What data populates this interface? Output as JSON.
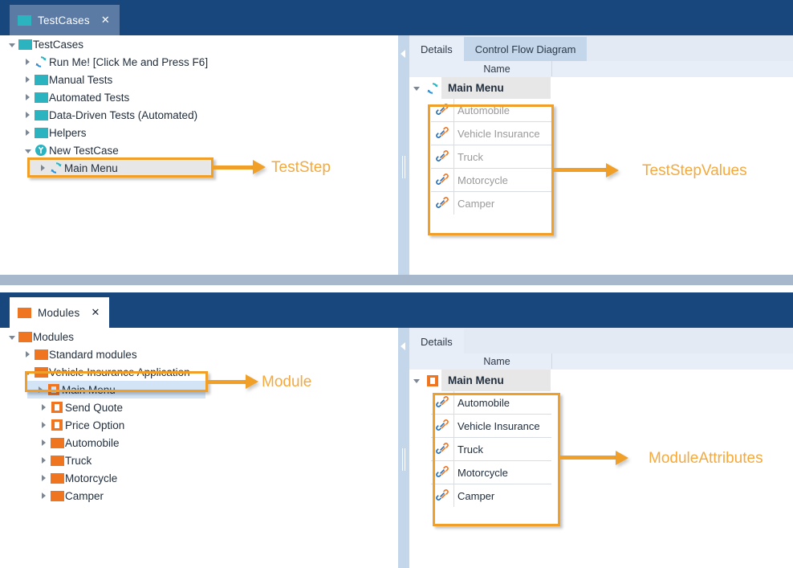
{
  "colors": {
    "title_bar": "#17477d",
    "accent_orange": "#ef7521",
    "accent_teal": "#2bb3c0",
    "annotation": "#f0a028",
    "selection_gray": "#e7e7e7",
    "selection_blue": "#d2e4f6"
  },
  "top": {
    "tab": {
      "label": "TestCases",
      "close": "✕",
      "icon": "folder-teal-icon"
    },
    "tree": [
      {
        "label": "TestCases",
        "icon": "folder-teal-icon",
        "indent": 0,
        "expander": "down",
        "selected": false
      },
      {
        "label": "Run Me! [Click Me and Press F6]",
        "icon": "refresh-icon",
        "indent": 1,
        "expander": "right",
        "selected": false
      },
      {
        "label": "Manual Tests",
        "icon": "folder-teal-icon",
        "indent": 1,
        "expander": "right",
        "selected": false
      },
      {
        "label": "Automated Tests",
        "icon": "folder-teal-icon",
        "indent": 1,
        "expander": "right",
        "selected": false
      },
      {
        "label": "Data-Driven Tests (Automated)",
        "icon": "folder-teal-icon",
        "indent": 1,
        "expander": "right",
        "selected": false
      },
      {
        "label": "Helpers",
        "icon": "folder-teal-icon",
        "indent": 1,
        "expander": "right",
        "selected": false
      },
      {
        "label": "New TestCase",
        "icon": "testcase-icon",
        "indent": 1,
        "expander": "down",
        "selected": false
      },
      {
        "label": "Main Menu",
        "icon": "refresh-icon",
        "indent": 2,
        "expander": "right",
        "selected": true
      }
    ],
    "details": {
      "tabs": [
        {
          "label": "Details",
          "active": true
        },
        {
          "label": "Control Flow Diagram",
          "active": false
        }
      ],
      "column_header": "Name",
      "root": {
        "label": "Main Menu",
        "icon": "refresh-icon"
      },
      "attributes": [
        {
          "label": "Automobile",
          "icon": "link-icon"
        },
        {
          "label": "Vehicle Insurance",
          "icon": "link-icon"
        },
        {
          "label": "Truck",
          "icon": "link-icon"
        },
        {
          "label": "Motorcycle",
          "icon": "link-icon"
        },
        {
          "label": "Camper",
          "icon": "link-icon"
        }
      ]
    },
    "annotations": {
      "tree": "TestStep",
      "details": "TestStepValues"
    }
  },
  "bottom": {
    "tab": {
      "label": "Modules",
      "close": "✕",
      "icon": "folder-orange-icon"
    },
    "tree": [
      {
        "label": "Modules",
        "icon": "folder-orange-icon",
        "indent": 0,
        "expander": "down",
        "selected": false
      },
      {
        "label": "Standard modules",
        "icon": "folder-orange-icon",
        "indent": 1,
        "expander": "right",
        "selected": false
      },
      {
        "label": "Vehicle Insurance Application",
        "icon": "folder-orange-icon",
        "indent": 1,
        "expander": "down",
        "selected": false
      },
      {
        "label": "Main Menu",
        "icon": "module-icon",
        "indent": 2,
        "expander": "right",
        "selected": true
      },
      {
        "label": "Send Quote",
        "icon": "module-icon",
        "indent": 2,
        "expander": "right",
        "selected": false
      },
      {
        "label": "Price Option",
        "icon": "module-icon",
        "indent": 2,
        "expander": "right",
        "selected": false
      },
      {
        "label": "Automobile",
        "icon": "folder-orange-icon",
        "indent": 2,
        "expander": "right",
        "selected": false
      },
      {
        "label": "Truck",
        "icon": "folder-orange-icon",
        "indent": 2,
        "expander": "right",
        "selected": false
      },
      {
        "label": "Motorcycle",
        "icon": "folder-orange-icon",
        "indent": 2,
        "expander": "right",
        "selected": false
      },
      {
        "label": "Camper",
        "icon": "folder-orange-icon",
        "indent": 2,
        "expander": "right",
        "selected": false
      }
    ],
    "details": {
      "tabs": [
        {
          "label": "Details",
          "active": true
        }
      ],
      "column_header": "Name",
      "root": {
        "label": "Main Menu",
        "icon": "module-icon"
      },
      "attributes": [
        {
          "label": "Automobile",
          "icon": "link-icon"
        },
        {
          "label": "Vehicle Insurance",
          "icon": "link-icon"
        },
        {
          "label": "Truck",
          "icon": "link-icon"
        },
        {
          "label": "Motorcycle",
          "icon": "link-icon"
        },
        {
          "label": "Camper",
          "icon": "link-icon"
        }
      ]
    },
    "annotations": {
      "tree": "Module",
      "details": "ModuleAttributes"
    }
  }
}
